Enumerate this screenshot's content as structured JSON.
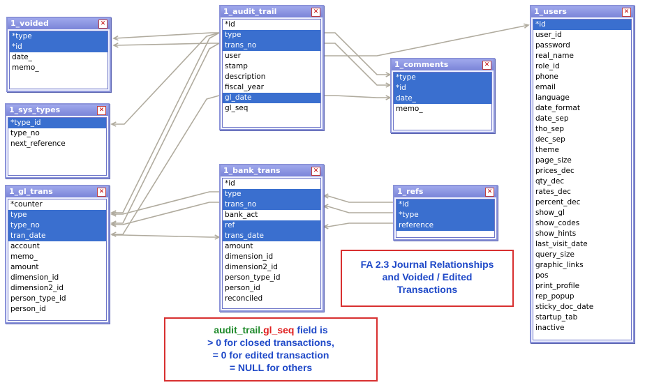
{
  "tables": [
    {
      "id": "voided",
      "title": "1_voided",
      "rows": [
        {
          "text": "*type",
          "sel": true
        },
        {
          "text": "*id",
          "sel": true
        },
        {
          "text": "date_",
          "sel": false
        },
        {
          "text": "memo_",
          "sel": false
        }
      ]
    },
    {
      "id": "sys_types",
      "title": "1_sys_types",
      "rows": [
        {
          "text": "*type_id",
          "sel": true
        },
        {
          "text": "type_no",
          "sel": false
        },
        {
          "text": "next_reference",
          "sel": false
        }
      ]
    },
    {
      "id": "gl_trans",
      "title": "1_gl_trans",
      "rows": [
        {
          "text": "*counter",
          "sel": false
        },
        {
          "text": "type",
          "sel": true
        },
        {
          "text": "type_no",
          "sel": true
        },
        {
          "text": "tran_date",
          "sel": true
        },
        {
          "text": "account",
          "sel": false
        },
        {
          "text": "memo_",
          "sel": false
        },
        {
          "text": "amount",
          "sel": false
        },
        {
          "text": "dimension_id",
          "sel": false
        },
        {
          "text": "dimension2_id",
          "sel": false
        },
        {
          "text": "person_type_id",
          "sel": false
        },
        {
          "text": "person_id",
          "sel": false
        }
      ]
    },
    {
      "id": "audit_trail",
      "title": "1_audit_trail",
      "rows": [
        {
          "text": "*id",
          "sel": false
        },
        {
          "text": "type",
          "sel": true
        },
        {
          "text": "trans_no",
          "sel": true
        },
        {
          "text": "user",
          "sel": false
        },
        {
          "text": "stamp",
          "sel": false
        },
        {
          "text": "description",
          "sel": false
        },
        {
          "text": "fiscal_year",
          "sel": false
        },
        {
          "text": "gl_date",
          "sel": true
        },
        {
          "text": "gl_seq",
          "sel": false
        }
      ]
    },
    {
      "id": "bank_trans",
      "title": "1_bank_trans",
      "rows": [
        {
          "text": "*id",
          "sel": false
        },
        {
          "text": "type",
          "sel": true
        },
        {
          "text": "trans_no",
          "sel": true
        },
        {
          "text": "bank_act",
          "sel": false
        },
        {
          "text": "ref",
          "sel": true
        },
        {
          "text": "trans_date",
          "sel": true
        },
        {
          "text": "amount",
          "sel": false
        },
        {
          "text": "dimension_id",
          "sel": false
        },
        {
          "text": "dimension2_id",
          "sel": false
        },
        {
          "text": "person_type_id",
          "sel": false
        },
        {
          "text": "person_id",
          "sel": false
        },
        {
          "text": "reconciled",
          "sel": false
        }
      ]
    },
    {
      "id": "comments",
      "title": "1_comments",
      "rows": [
        {
          "text": "*type",
          "sel": true
        },
        {
          "text": "*id",
          "sel": true
        },
        {
          "text": "date_",
          "sel": true
        },
        {
          "text": "memo_",
          "sel": false
        }
      ]
    },
    {
      "id": "refs",
      "title": "1_refs",
      "rows": [
        {
          "text": "*id",
          "sel": true
        },
        {
          "text": "*type",
          "sel": true
        },
        {
          "text": "reference",
          "sel": true
        }
      ]
    },
    {
      "id": "users",
      "title": "1_users",
      "rows": [
        {
          "text": "*id",
          "sel": true
        },
        {
          "text": "user_id",
          "sel": false
        },
        {
          "text": "password",
          "sel": false
        },
        {
          "text": "real_name",
          "sel": false
        },
        {
          "text": "role_id",
          "sel": false
        },
        {
          "text": "phone",
          "sel": false
        },
        {
          "text": "email",
          "sel": false
        },
        {
          "text": "language",
          "sel": false
        },
        {
          "text": "date_format",
          "sel": false
        },
        {
          "text": "date_sep",
          "sel": false
        },
        {
          "text": "tho_sep",
          "sel": false
        },
        {
          "text": "dec_sep",
          "sel": false
        },
        {
          "text": "theme",
          "sel": false
        },
        {
          "text": "page_size",
          "sel": false
        },
        {
          "text": "prices_dec",
          "sel": false
        },
        {
          "text": "qty_dec",
          "sel": false
        },
        {
          "text": "rates_dec",
          "sel": false
        },
        {
          "text": "percent_dec",
          "sel": false
        },
        {
          "text": "show_gl",
          "sel": false
        },
        {
          "text": "show_codes",
          "sel": false
        },
        {
          "text": "show_hints",
          "sel": false
        },
        {
          "text": "last_visit_date",
          "sel": false
        },
        {
          "text": "query_size",
          "sel": false
        },
        {
          "text": "graphic_links",
          "sel": false
        },
        {
          "text": "pos",
          "sel": false
        },
        {
          "text": "print_profile",
          "sel": false
        },
        {
          "text": "rep_popup",
          "sel": false
        },
        {
          "text": "sticky_doc_date",
          "sel": false
        },
        {
          "text": "startup_tab",
          "sel": false
        },
        {
          "text": "inactive",
          "sel": false
        }
      ]
    }
  ],
  "close_glyph": "✕",
  "notes": {
    "title_note": {
      "line1": "FA 2.3 Journal Relationships",
      "line2": "and Voided / Edited",
      "line3": "Transactions",
      "color": "#1f49c8"
    },
    "gl_seq_note": {
      "field_table": "audit_trail",
      "field_dot": ".",
      "field_name": "gl_seq",
      "field_suffix": " field is",
      "line2": "> 0 for closed transactions,",
      "line3": "= 0 for edited transaction",
      "line4": "= NULL for others",
      "table_color": "#1f8a2b",
      "field_color": "#e02020",
      "text_color": "#1f49c8"
    }
  },
  "colors": {
    "connector": "#b0ab9e",
    "header": "#8b93d9",
    "selection": "#3a6fcf"
  }
}
